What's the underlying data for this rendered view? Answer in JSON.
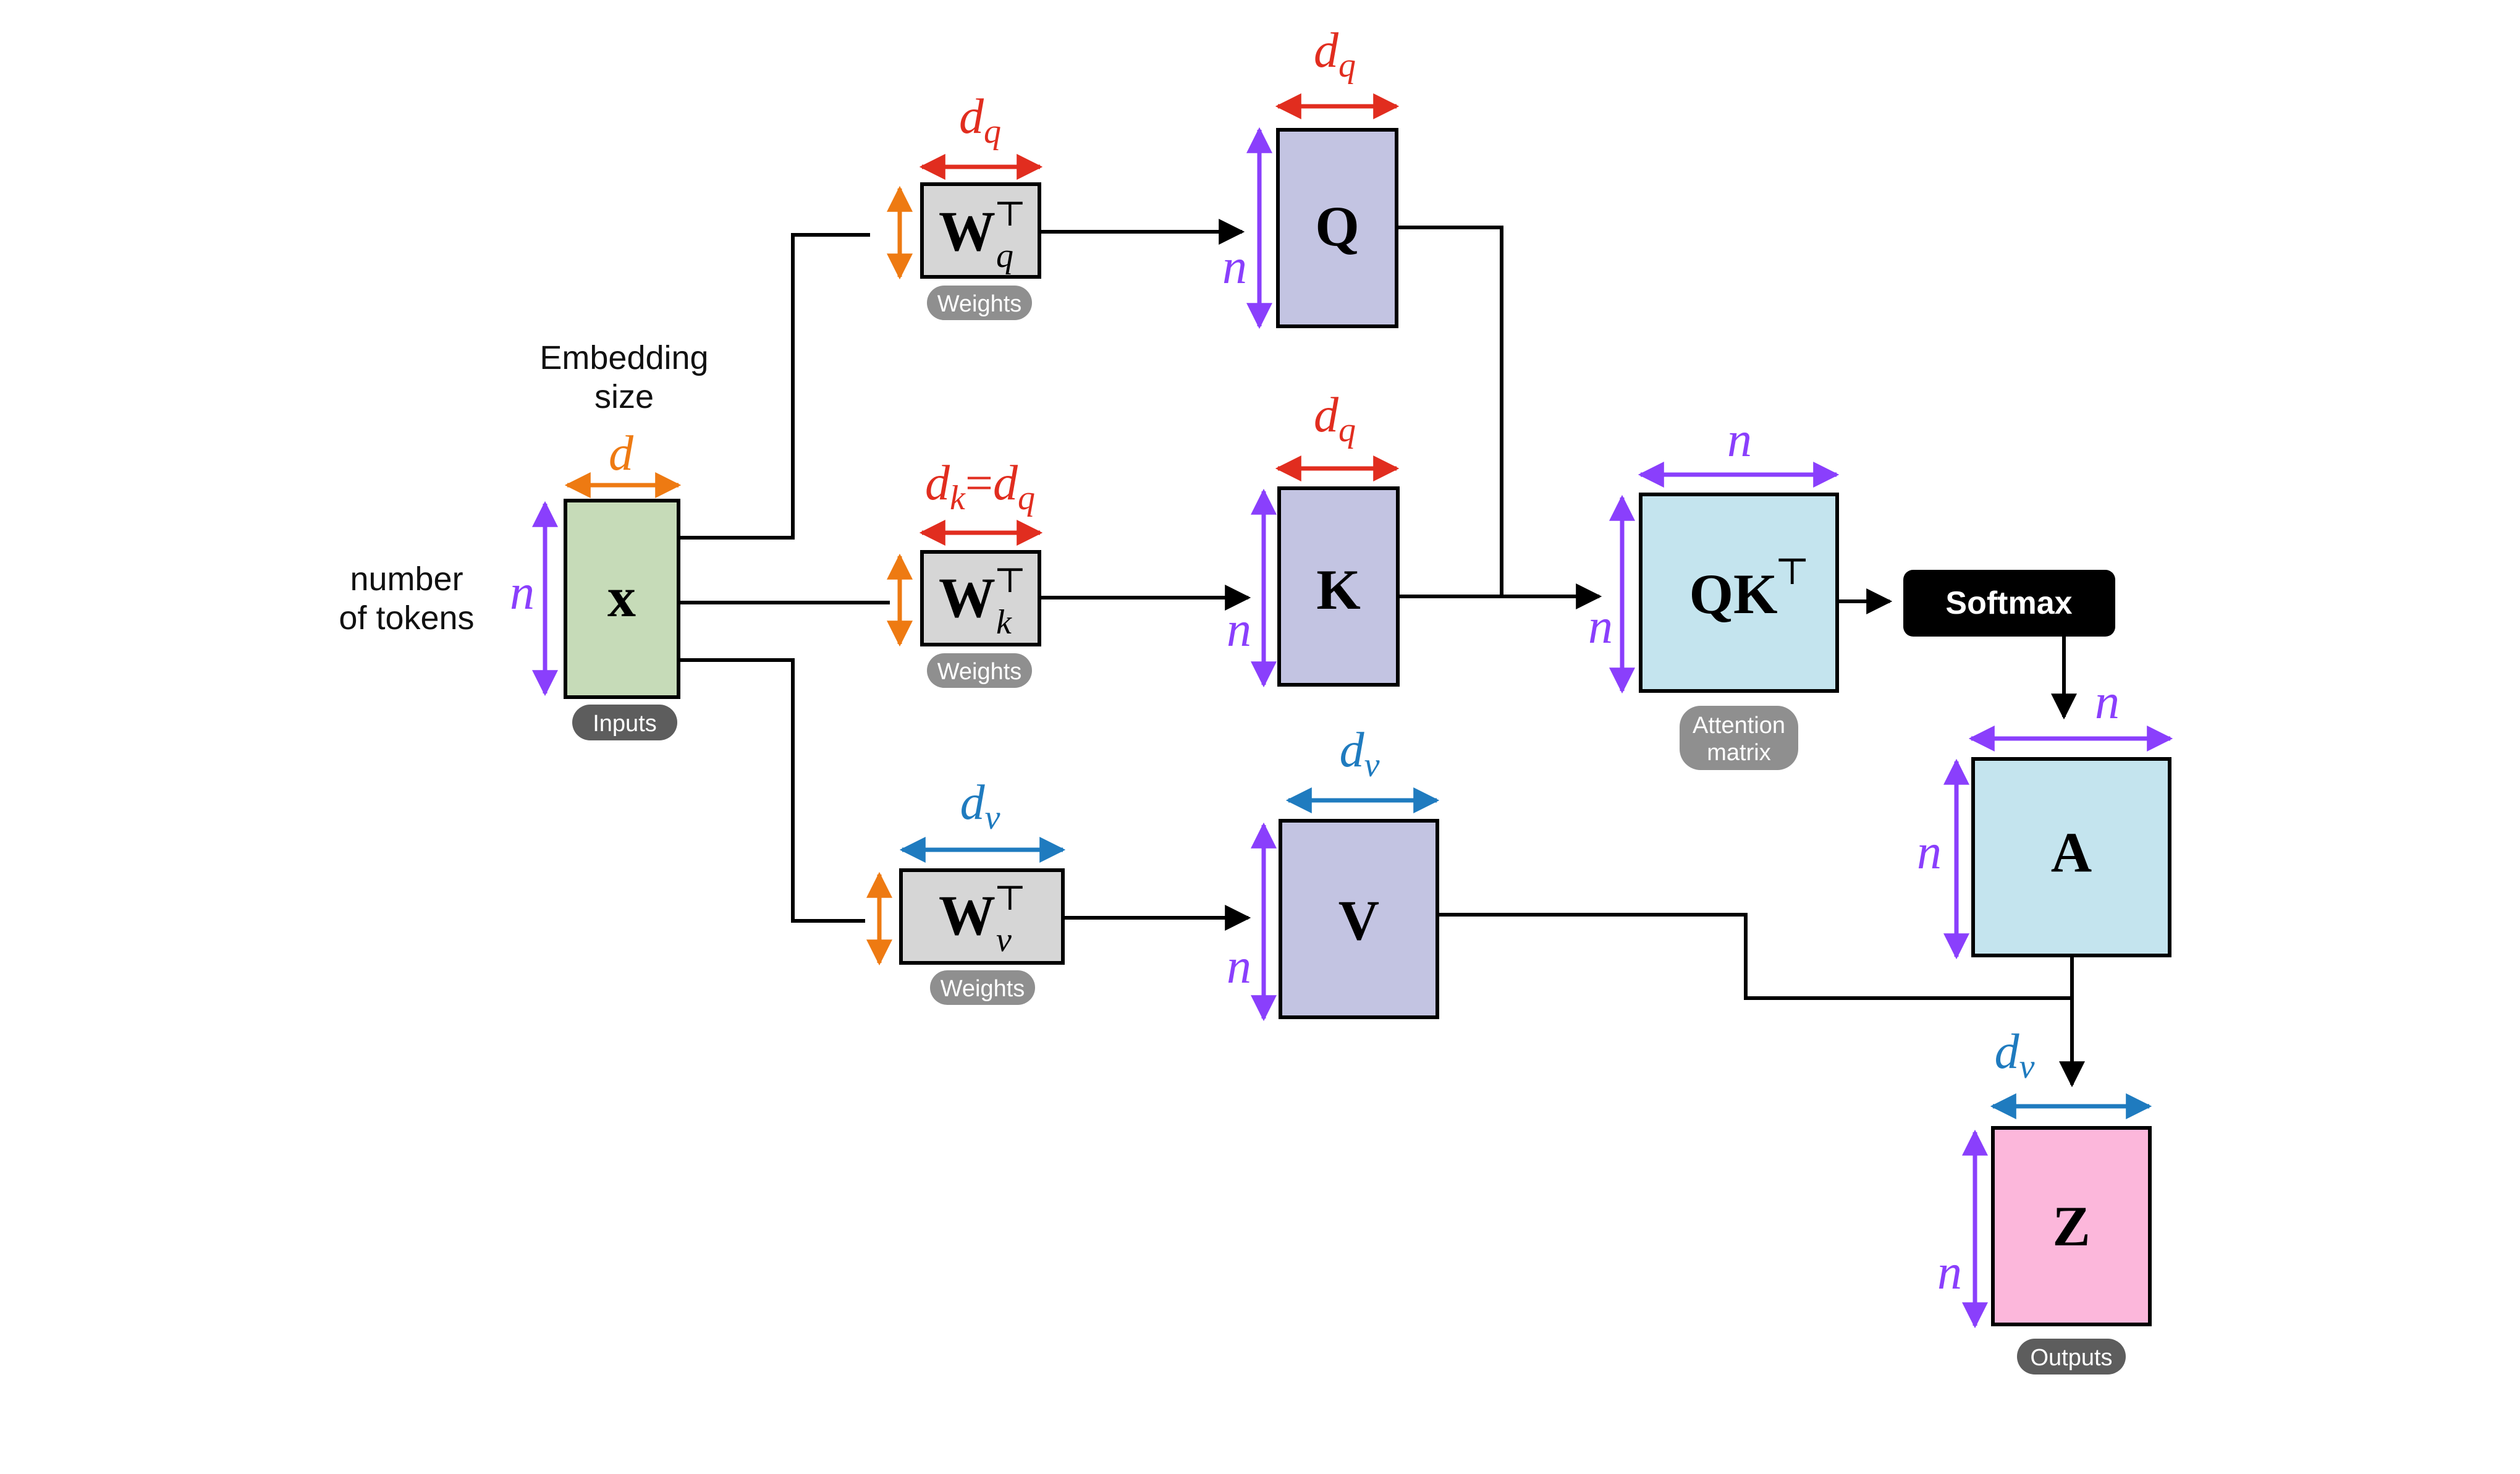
{
  "colors": {
    "purple": "#8a3ffc",
    "orange": "#ee7a12",
    "red": "#e12d1f",
    "blue": "#1f7bbf",
    "input_fill": "#c6dbb8",
    "weight_fill": "#d6d6d6",
    "qkv_fill": "#c3c4e2",
    "attention_fill": "#c4e4ee",
    "output_fill": "#fcb7db",
    "pill_dark": "#5d5d5d",
    "pill_gray": "#8f8f8f",
    "softmax_fill": "#000000"
  },
  "labels": {
    "number_of_tokens_line1": "number",
    "number_of_tokens_line2": "of tokens",
    "embedding_size_line1": "Embedding",
    "embedding_size_line2": "size",
    "inputs_pill": "Inputs",
    "weights_pill_q": "Weights",
    "weights_pill_k": "Weights",
    "weights_pill_v": "Weights",
    "attention_pill_line1": "Attention",
    "attention_pill_line2": "matrix",
    "outputs_pill": "Outputs",
    "softmax": "Softmax"
  },
  "matrices": {
    "x": "x",
    "wq_base": "W",
    "wq_sup": "⊤",
    "wq_sub": "q",
    "wk_base": "W",
    "wk_sup": "⊤",
    "wk_sub": "k",
    "wv_base": "W",
    "wv_sup": "⊤",
    "wv_sub": "v",
    "q": "Q",
    "k": "K",
    "v": "V",
    "qk_base": "QK",
    "qk_sup": "⊤",
    "a": "A",
    "z": "Z"
  },
  "dims": {
    "n": "n",
    "d": "d",
    "d_base": "d",
    "q_sub": "q",
    "k_sub": "k",
    "v_sub": "v",
    "equals": "="
  }
}
